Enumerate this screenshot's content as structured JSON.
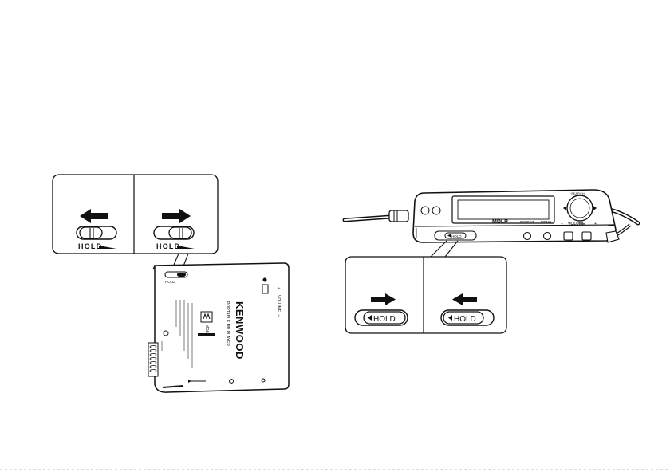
{
  "left_figure": {
    "panel_a_label": "HOLD",
    "panel_b_label": "HOLD",
    "player_hold_label": "HOLD",
    "brand": "KENWOOD",
    "product_line": "PORTABLE MD PLAYER",
    "logo_text": "MDLP",
    "volume_label": "VOLUME",
    "volume_plus": "+",
    "volume_minus": "−"
  },
  "right_figure": {
    "remote_hold_label": "HOLD",
    "logo_text": "MDLP",
    "repeat_label": "REPEAT",
    "menu_label": "MENU",
    "volume_label": "VOLUME",
    "volume_plus": "+",
    "volume_minus": "−",
    "search_label": "SEARCH",
    "panel_a_label": "HOLD",
    "panel_b_label": "HOLD"
  }
}
